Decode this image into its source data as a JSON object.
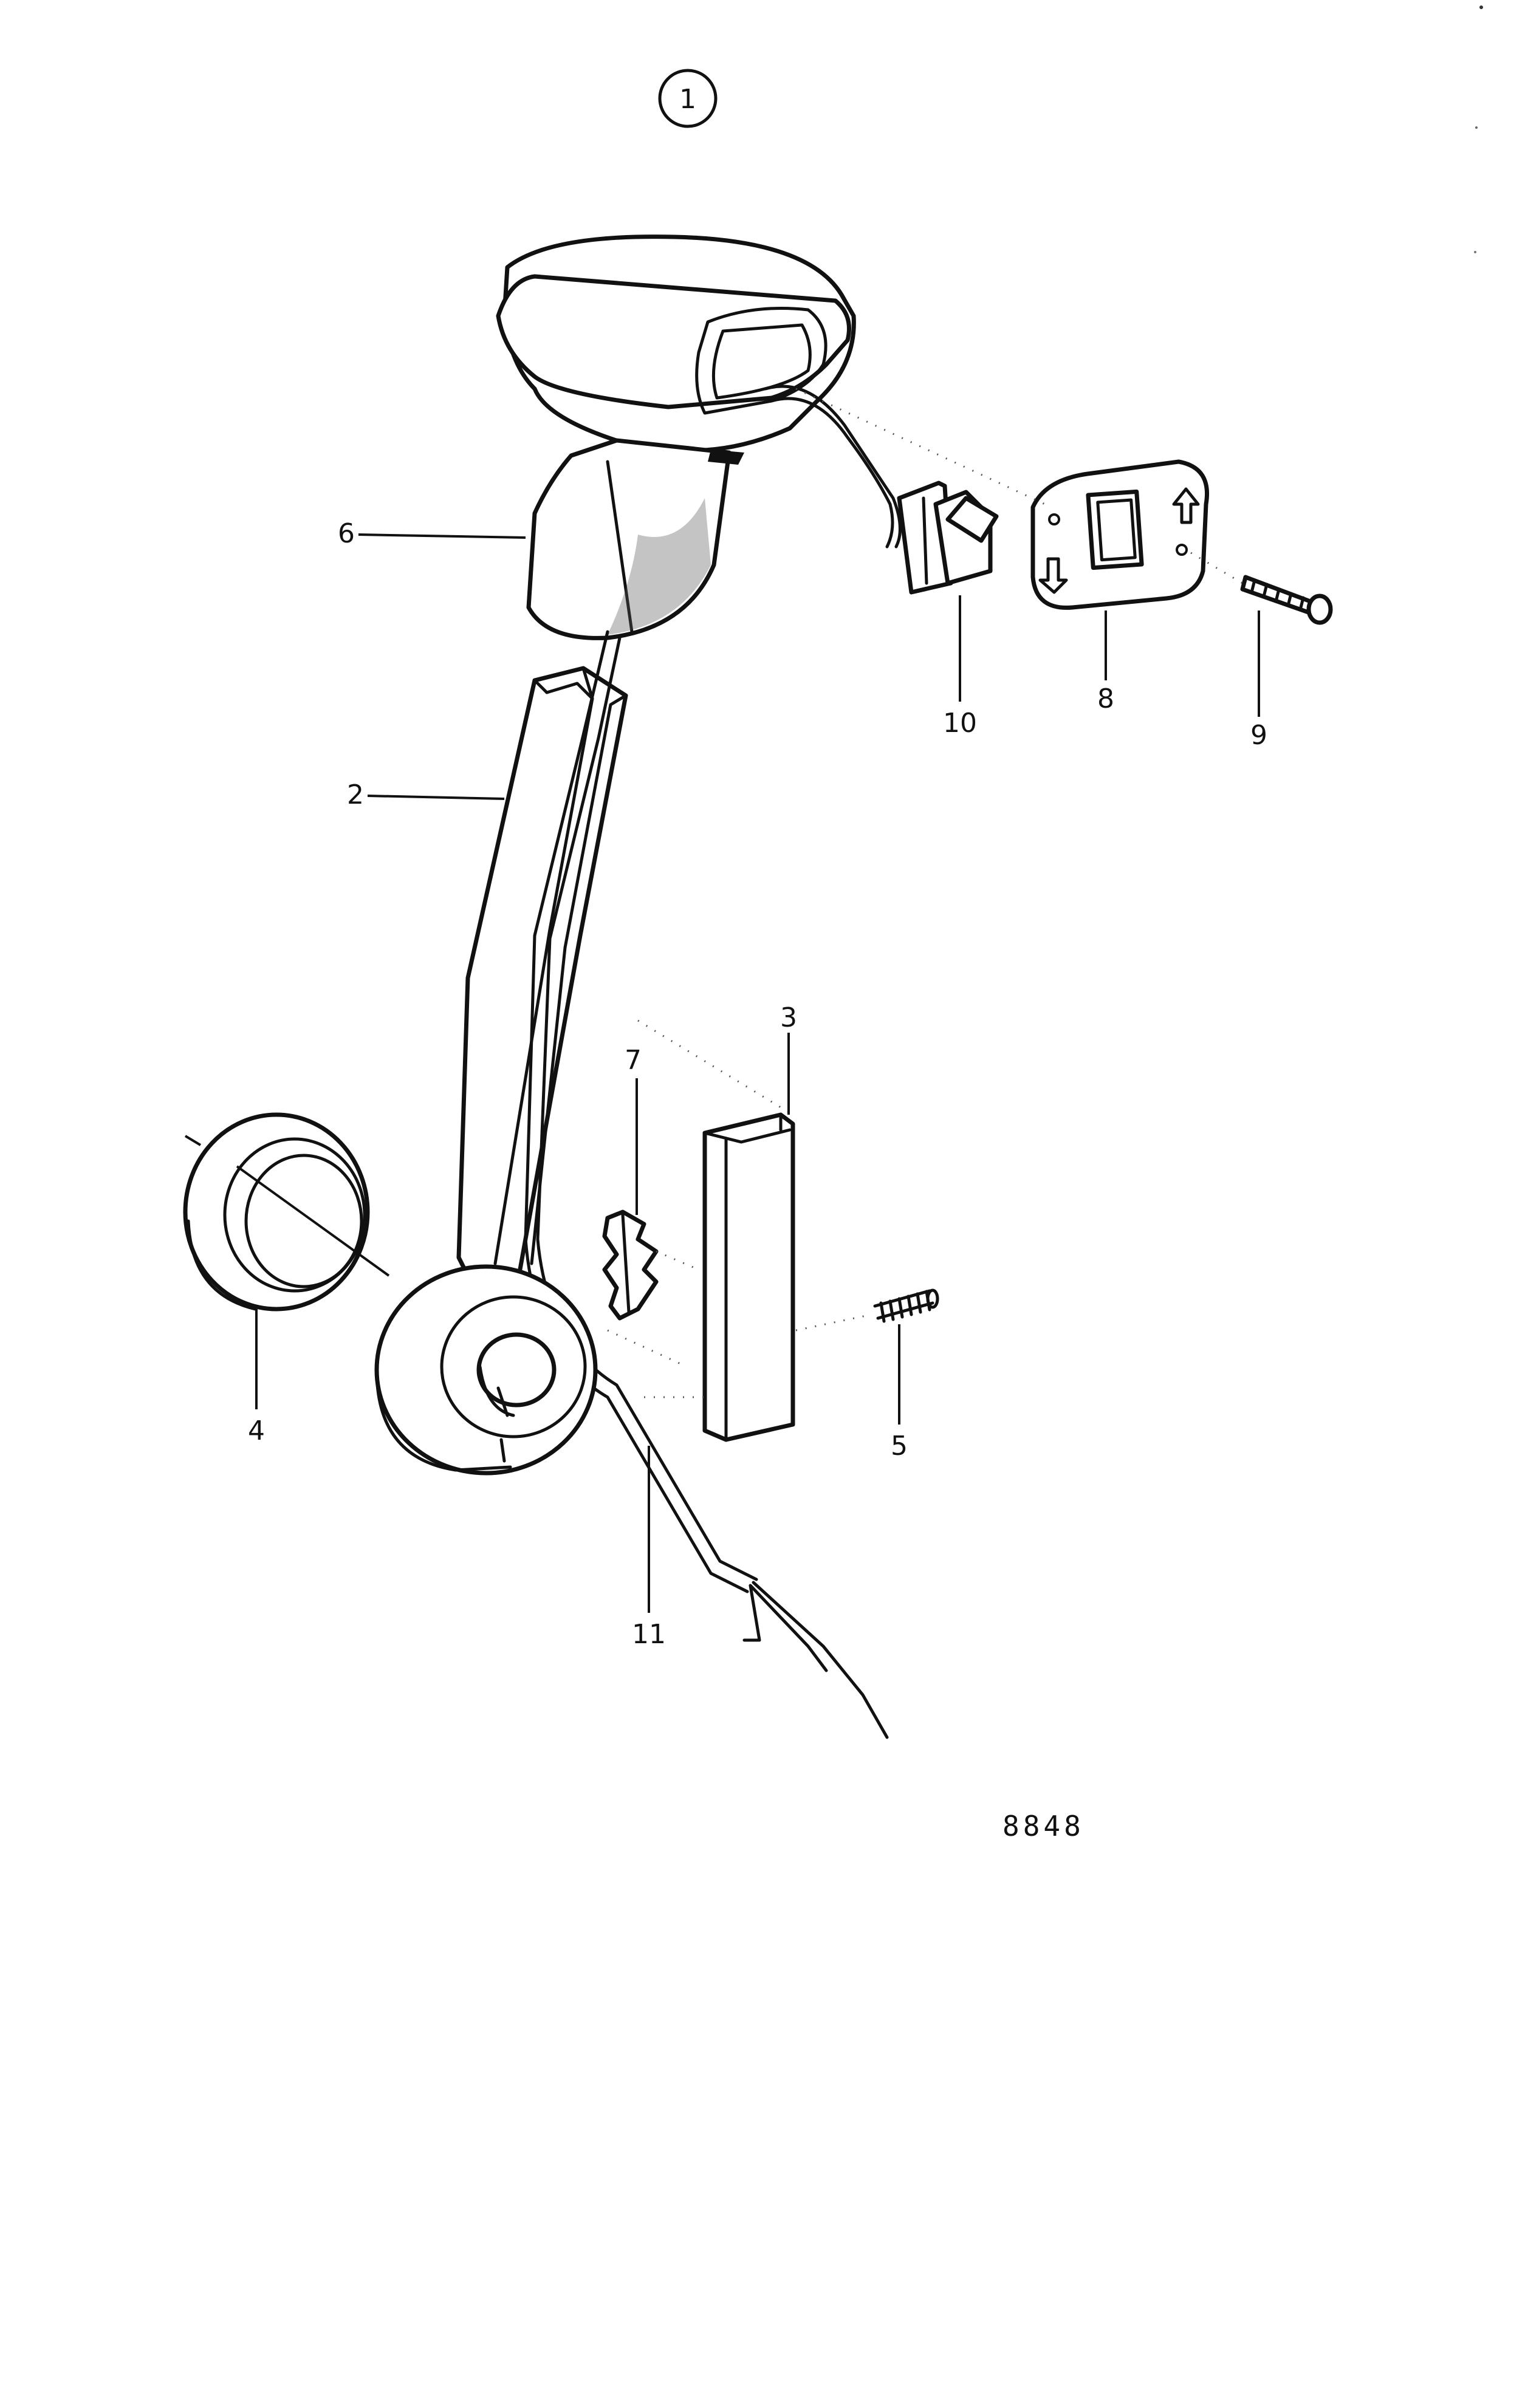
{
  "diagram": {
    "group_number": "1",
    "reference_number": "8848",
    "callouts": [
      {
        "id": "6",
        "text": "6"
      },
      {
        "id": "2",
        "text": "2"
      },
      {
        "id": "10",
        "text": "10"
      },
      {
        "id": "8",
        "text": "8"
      },
      {
        "id": "9",
        "text": "9"
      },
      {
        "id": "3",
        "text": "3"
      },
      {
        "id": "7",
        "text": "7"
      },
      {
        "id": "4",
        "text": "4"
      },
      {
        "id": "5",
        "text": "5"
      },
      {
        "id": "11",
        "text": "11"
      }
    ],
    "colors": {
      "ink": "#111111",
      "paper": "#ffffff"
    }
  }
}
